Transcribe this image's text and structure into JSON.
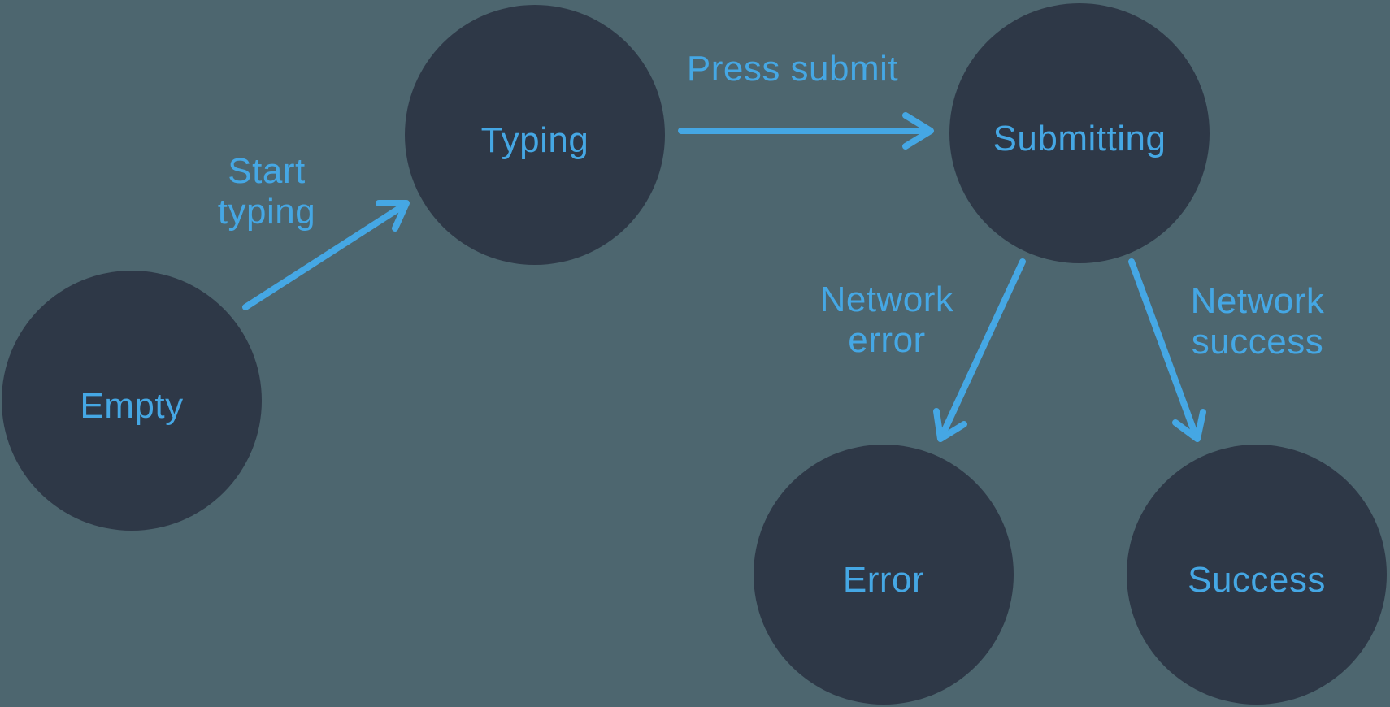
{
  "diagram": {
    "type": "state-machine",
    "colors": {
      "background": "#4d666f",
      "node_fill": "#2e3847",
      "accent_blue": "#45a7e4"
    },
    "states": [
      {
        "id": "empty",
        "label": "Empty"
      },
      {
        "id": "typing",
        "label": "Typing"
      },
      {
        "id": "submitting",
        "label": "Submitting"
      },
      {
        "id": "error",
        "label": "Error"
      },
      {
        "id": "success",
        "label": "Success"
      }
    ],
    "transitions": [
      {
        "from": "empty",
        "to": "typing",
        "label": "Start typing"
      },
      {
        "from": "typing",
        "to": "submitting",
        "label": "Press submit"
      },
      {
        "from": "submitting",
        "to": "error",
        "label": "Network error"
      },
      {
        "from": "submitting",
        "to": "success",
        "label": "Network success"
      }
    ]
  }
}
